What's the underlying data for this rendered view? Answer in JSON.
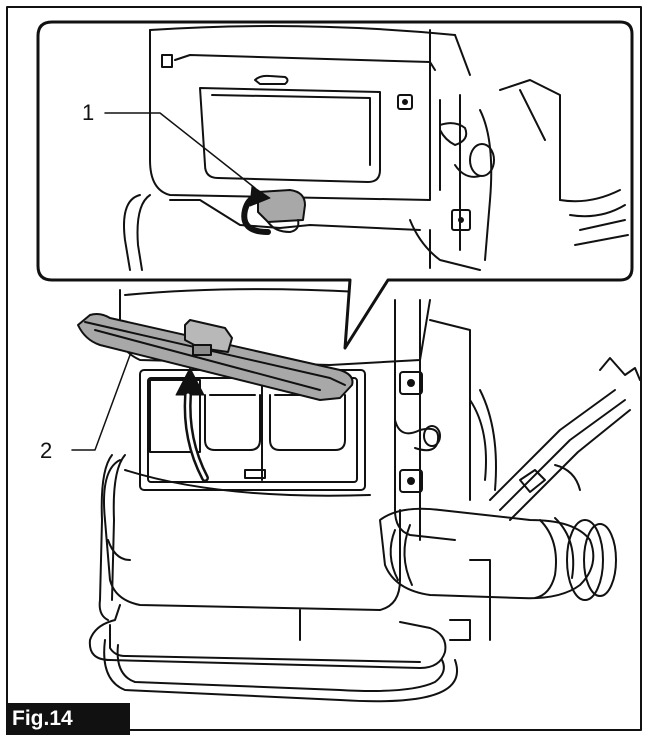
{
  "callouts": {
    "one": "1",
    "two": "2"
  },
  "figure_label": "Fig.14"
}
